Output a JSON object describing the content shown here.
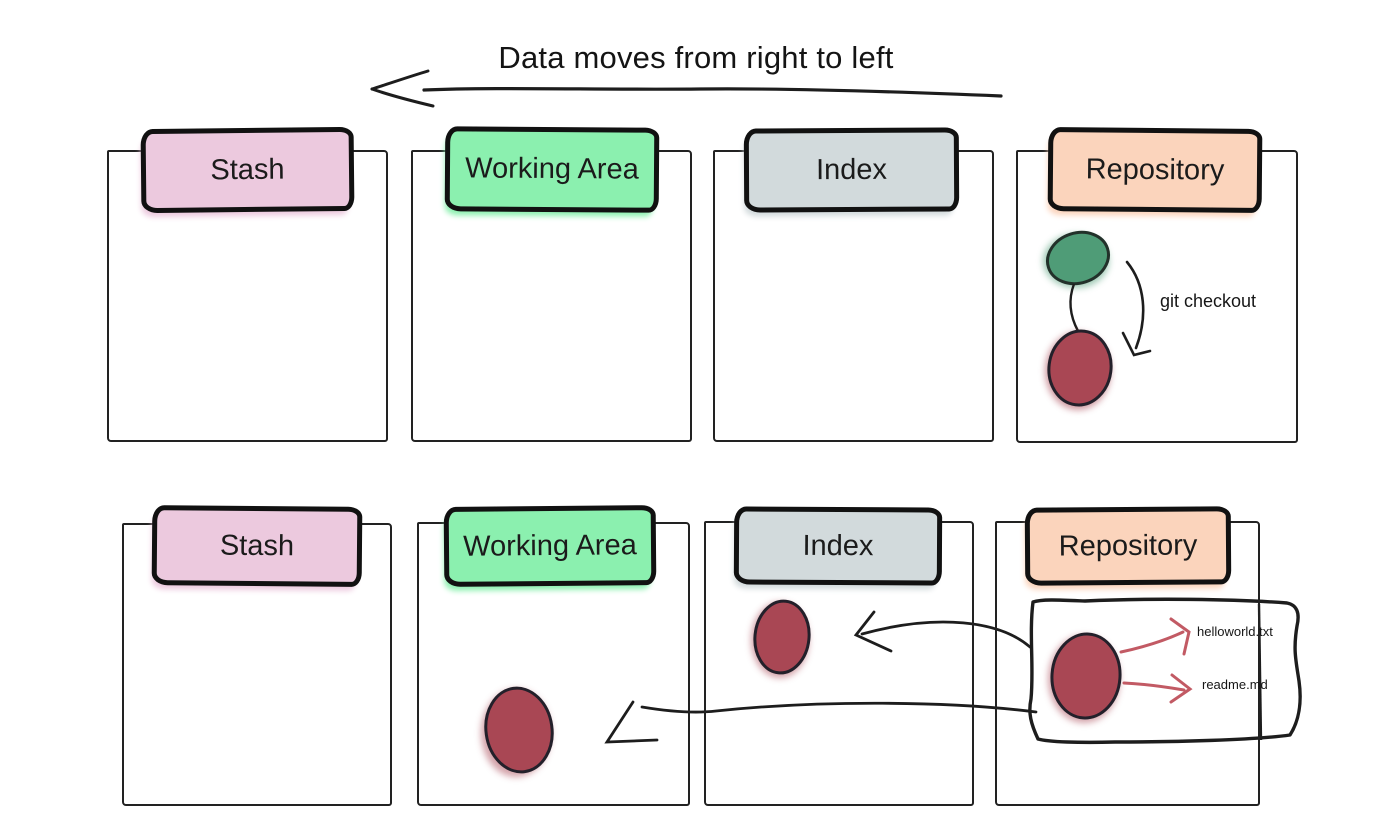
{
  "title": "Data moves from right to left",
  "rows": {
    "top": {
      "areas": [
        {
          "label": "Stash"
        },
        {
          "label": "Working Area"
        },
        {
          "label": "Index"
        },
        {
          "label": "Repository"
        }
      ]
    },
    "bottom": {
      "areas": [
        {
          "label": "Stash"
        },
        {
          "label": "Working Area"
        },
        {
          "label": "Index"
        },
        {
          "label": "Repository"
        }
      ]
    }
  },
  "annotations": {
    "git_checkout_label": "git checkout",
    "file_labels": [
      "helloworld.txt",
      "readme.md"
    ]
  },
  "colors": {
    "stash_fill": "#ecc9de",
    "working_area_fill": "#8bf0af",
    "index_fill": "#d2dadc",
    "repository_fill": "#fbd4bc",
    "commit_red": "#a94754",
    "commit_green": "#4f9c77",
    "ink_black": "#1d1d1d",
    "arrow_red": "#c25a64",
    "callout_fill": "#ffffff"
  }
}
